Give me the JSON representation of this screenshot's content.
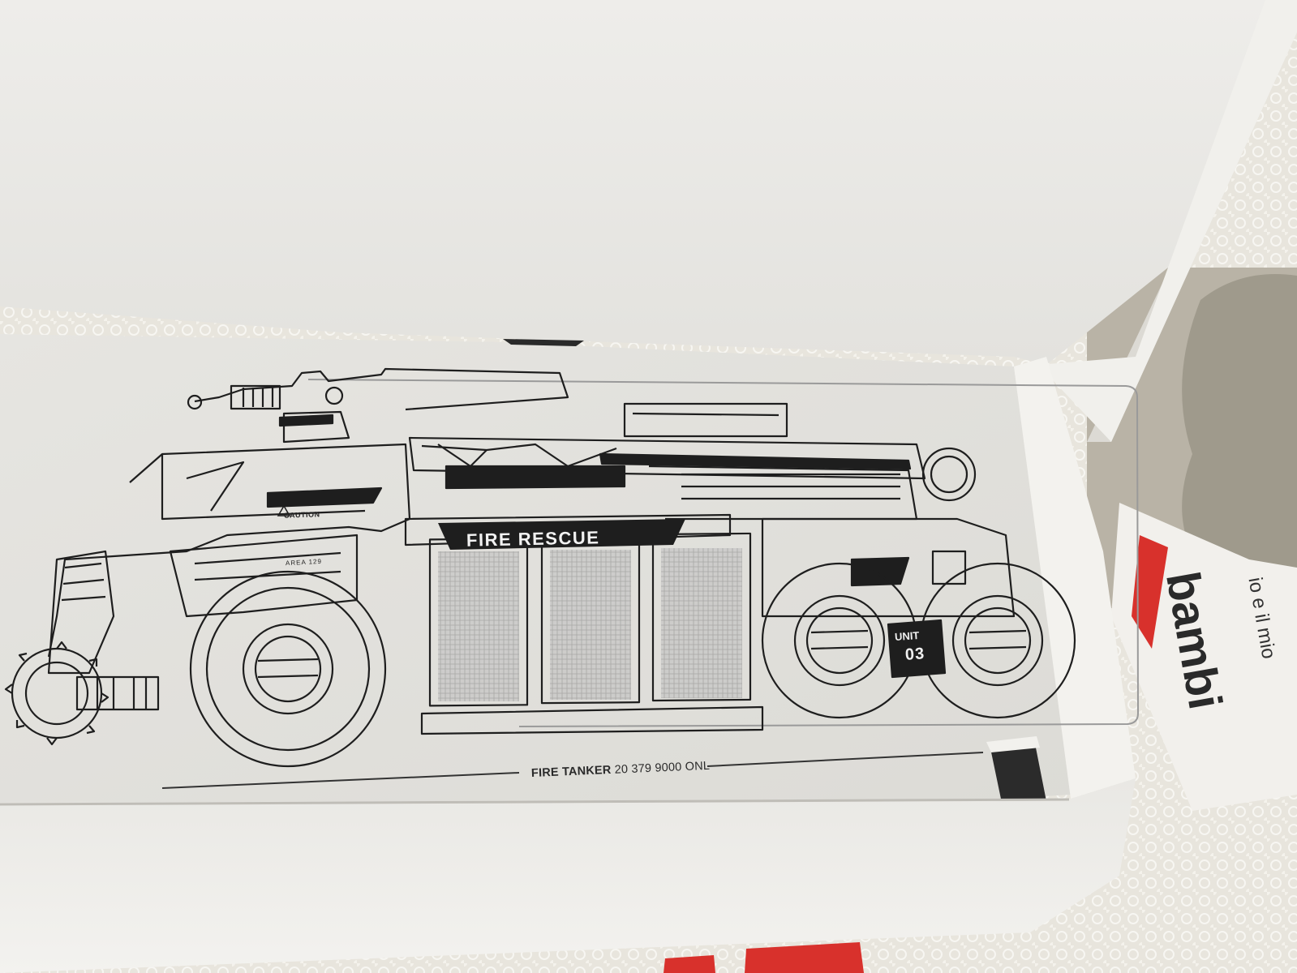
{
  "photo": {
    "description_labels": {
      "caption": "FIRE TANKER",
      "caption_code": "20 379 9000 ONL",
      "vehicle_banner": "FIRE RESCUE",
      "caution": "CAUTION",
      "area": "AREA 129",
      "unit_word": "UNIT",
      "unit_number": "03",
      "magazine_brand": "bambi",
      "magazine_sub": "io e il mio"
    }
  },
  "colors": {
    "box_interior": "#e6e4de",
    "box_wall": "#efeeea",
    "line_art": "#1e1e1e",
    "red_accent": "#d8312c",
    "lace": "#e9e6df"
  },
  "icons": {
    "illustration": "fire-tanker-illustration-icon",
    "warning": "warning-triangle-icon"
  }
}
